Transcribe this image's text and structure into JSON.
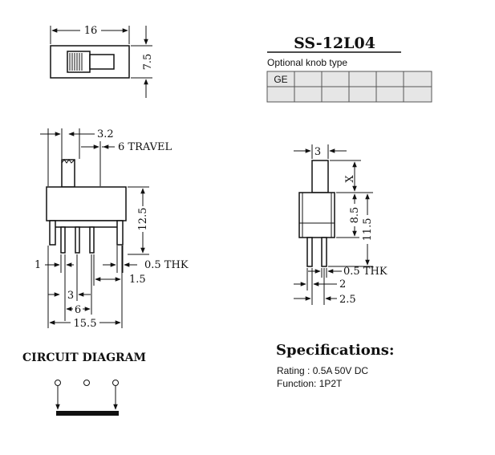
{
  "model": "SS-12L04",
  "knob": {
    "label": "Optional knob type",
    "rows": [
      [
        "GE",
        "",
        "",
        "",
        "",
        ""
      ],
      [
        "",
        "",
        "",
        "",
        "",
        ""
      ]
    ]
  },
  "top_view": {
    "width": "16",
    "height": "7.5"
  },
  "front_view": {
    "d_3_2": "3.2",
    "travel": "6 TRAVEL",
    "height": "12.5",
    "pin_w": "1",
    "thk": "0.5 THK",
    "d_1_5": "1.5",
    "pitch": "3",
    "d_6": "6",
    "width": "15.5"
  },
  "side_view": {
    "knob_w": "3",
    "x_label": "X",
    "d_8_5": "8.5",
    "d_11_5": "11.5",
    "thk": "0.5 THK",
    "d_2": "2",
    "d_2_5": "2.5"
  },
  "circuit": {
    "title": "CIRCUIT DIAGRAM"
  },
  "specs": {
    "heading": "Specifications:",
    "rating": "Rating : 0.5A 50V DC",
    "function": "Function: 1P2T"
  }
}
